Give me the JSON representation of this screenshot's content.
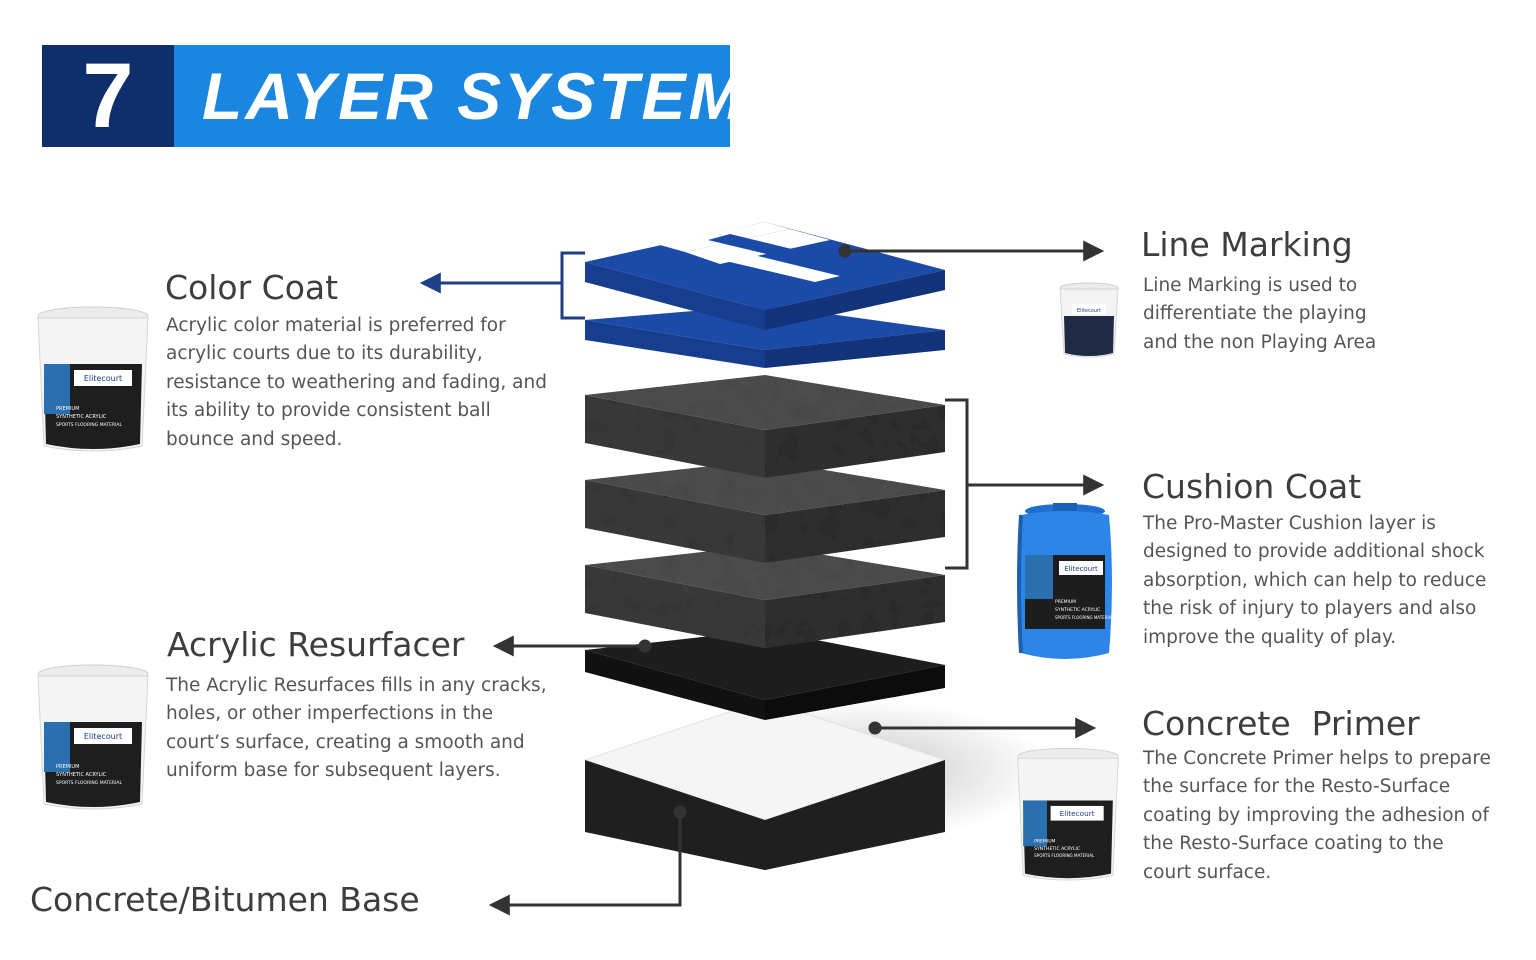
{
  "banner": {
    "number": "7",
    "title": "LAYER SYSTEM"
  },
  "colors": {
    "banner_dark": "#0e2f6b",
    "banner_light": "#1a86e0",
    "color_coat": "#1c4aa8",
    "cushion": "#4a4a4a",
    "resurfacer": "#1d1d1d",
    "base": "#222222"
  },
  "layers": {
    "line_marking": {
      "title": "Line Marking",
      "lines": [
        "Line Marking is used to",
        "differentiate the playing",
        "and the non Playing Area"
      ]
    },
    "color_coat": {
      "title": "Color Coat",
      "lines": [
        "Acrylic color material is preferred for",
        "acrylic courts due to its durability,",
        "resistance to weathering and fading, and",
        "its ability to provide consistent ball",
        "bounce and speed."
      ]
    },
    "cushion_coat": {
      "title": "Cushion Coat",
      "lines": [
        "The Pro-Master Cushion layer is",
        "designed to provide additional shock",
        "absorption, which can help to reduce",
        "the risk of injury to players and also",
        "improve the quality of play."
      ]
    },
    "acrylic_resurfacer": {
      "title": "Acrylic Resurfacer",
      "lines": [
        "The Acrylic Resurfaces fills in any cracks,",
        "holes, or other imperfections in the",
        "court’s surface, creating a smooth and",
        "uniform base for subsequent layers."
      ]
    },
    "concrete_primer": {
      "title": "Concrete  Primer",
      "lines": [
        "The Concrete Primer helps to prepare",
        "the surface for the Resto-Surface",
        "coating by improving the adhesion of",
        "the Resto-Surface coating to the",
        "court surface."
      ]
    },
    "base": {
      "title": "Concrete/Bitumen Base"
    }
  },
  "product": {
    "brand": "Elitecourt",
    "label_lines": [
      "PREMIUM",
      "SYNTHETIC ACRYLIC",
      "SPORTS FLOORING MATERIAL"
    ]
  }
}
